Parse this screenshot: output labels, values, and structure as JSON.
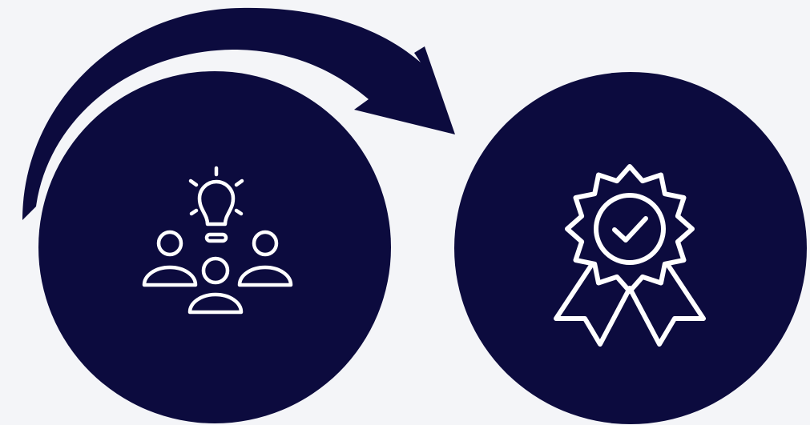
{
  "diagram": {
    "background_color": "#f4f5f8",
    "node_color": "#0c0b3e",
    "icon_stroke_color": "#ffffff",
    "arrow_color": "#0c0b3e",
    "nodes": [
      {
        "id": "team-ideas",
        "icon": "team-lightbulb-icon"
      },
      {
        "id": "award",
        "icon": "award-ribbon-check-icon"
      }
    ],
    "connections": [
      {
        "from": "team-ideas",
        "to": "award",
        "style": "curved-arrow"
      }
    ]
  }
}
